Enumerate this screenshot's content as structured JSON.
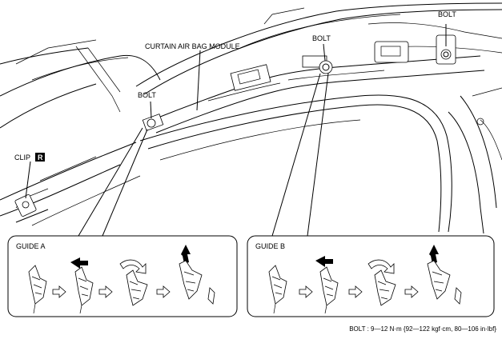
{
  "labels": {
    "curtain_module": "CURTAIN AIR BAG MODULE",
    "bolt_left": "BOLT",
    "bolt_center": "BOLT",
    "bolt_right": "BOLT",
    "clip": "CLIP",
    "clip_badge": "R",
    "guide_a": "GUIDE A",
    "guide_b": "GUIDE B",
    "torque_spec": "BOLT : 9—12 N·m {92—122 kgf·cm, 80—106 in·lbf}"
  },
  "colors": {
    "line": "#000000",
    "background": "#ffffff",
    "badge": "#000000"
  }
}
